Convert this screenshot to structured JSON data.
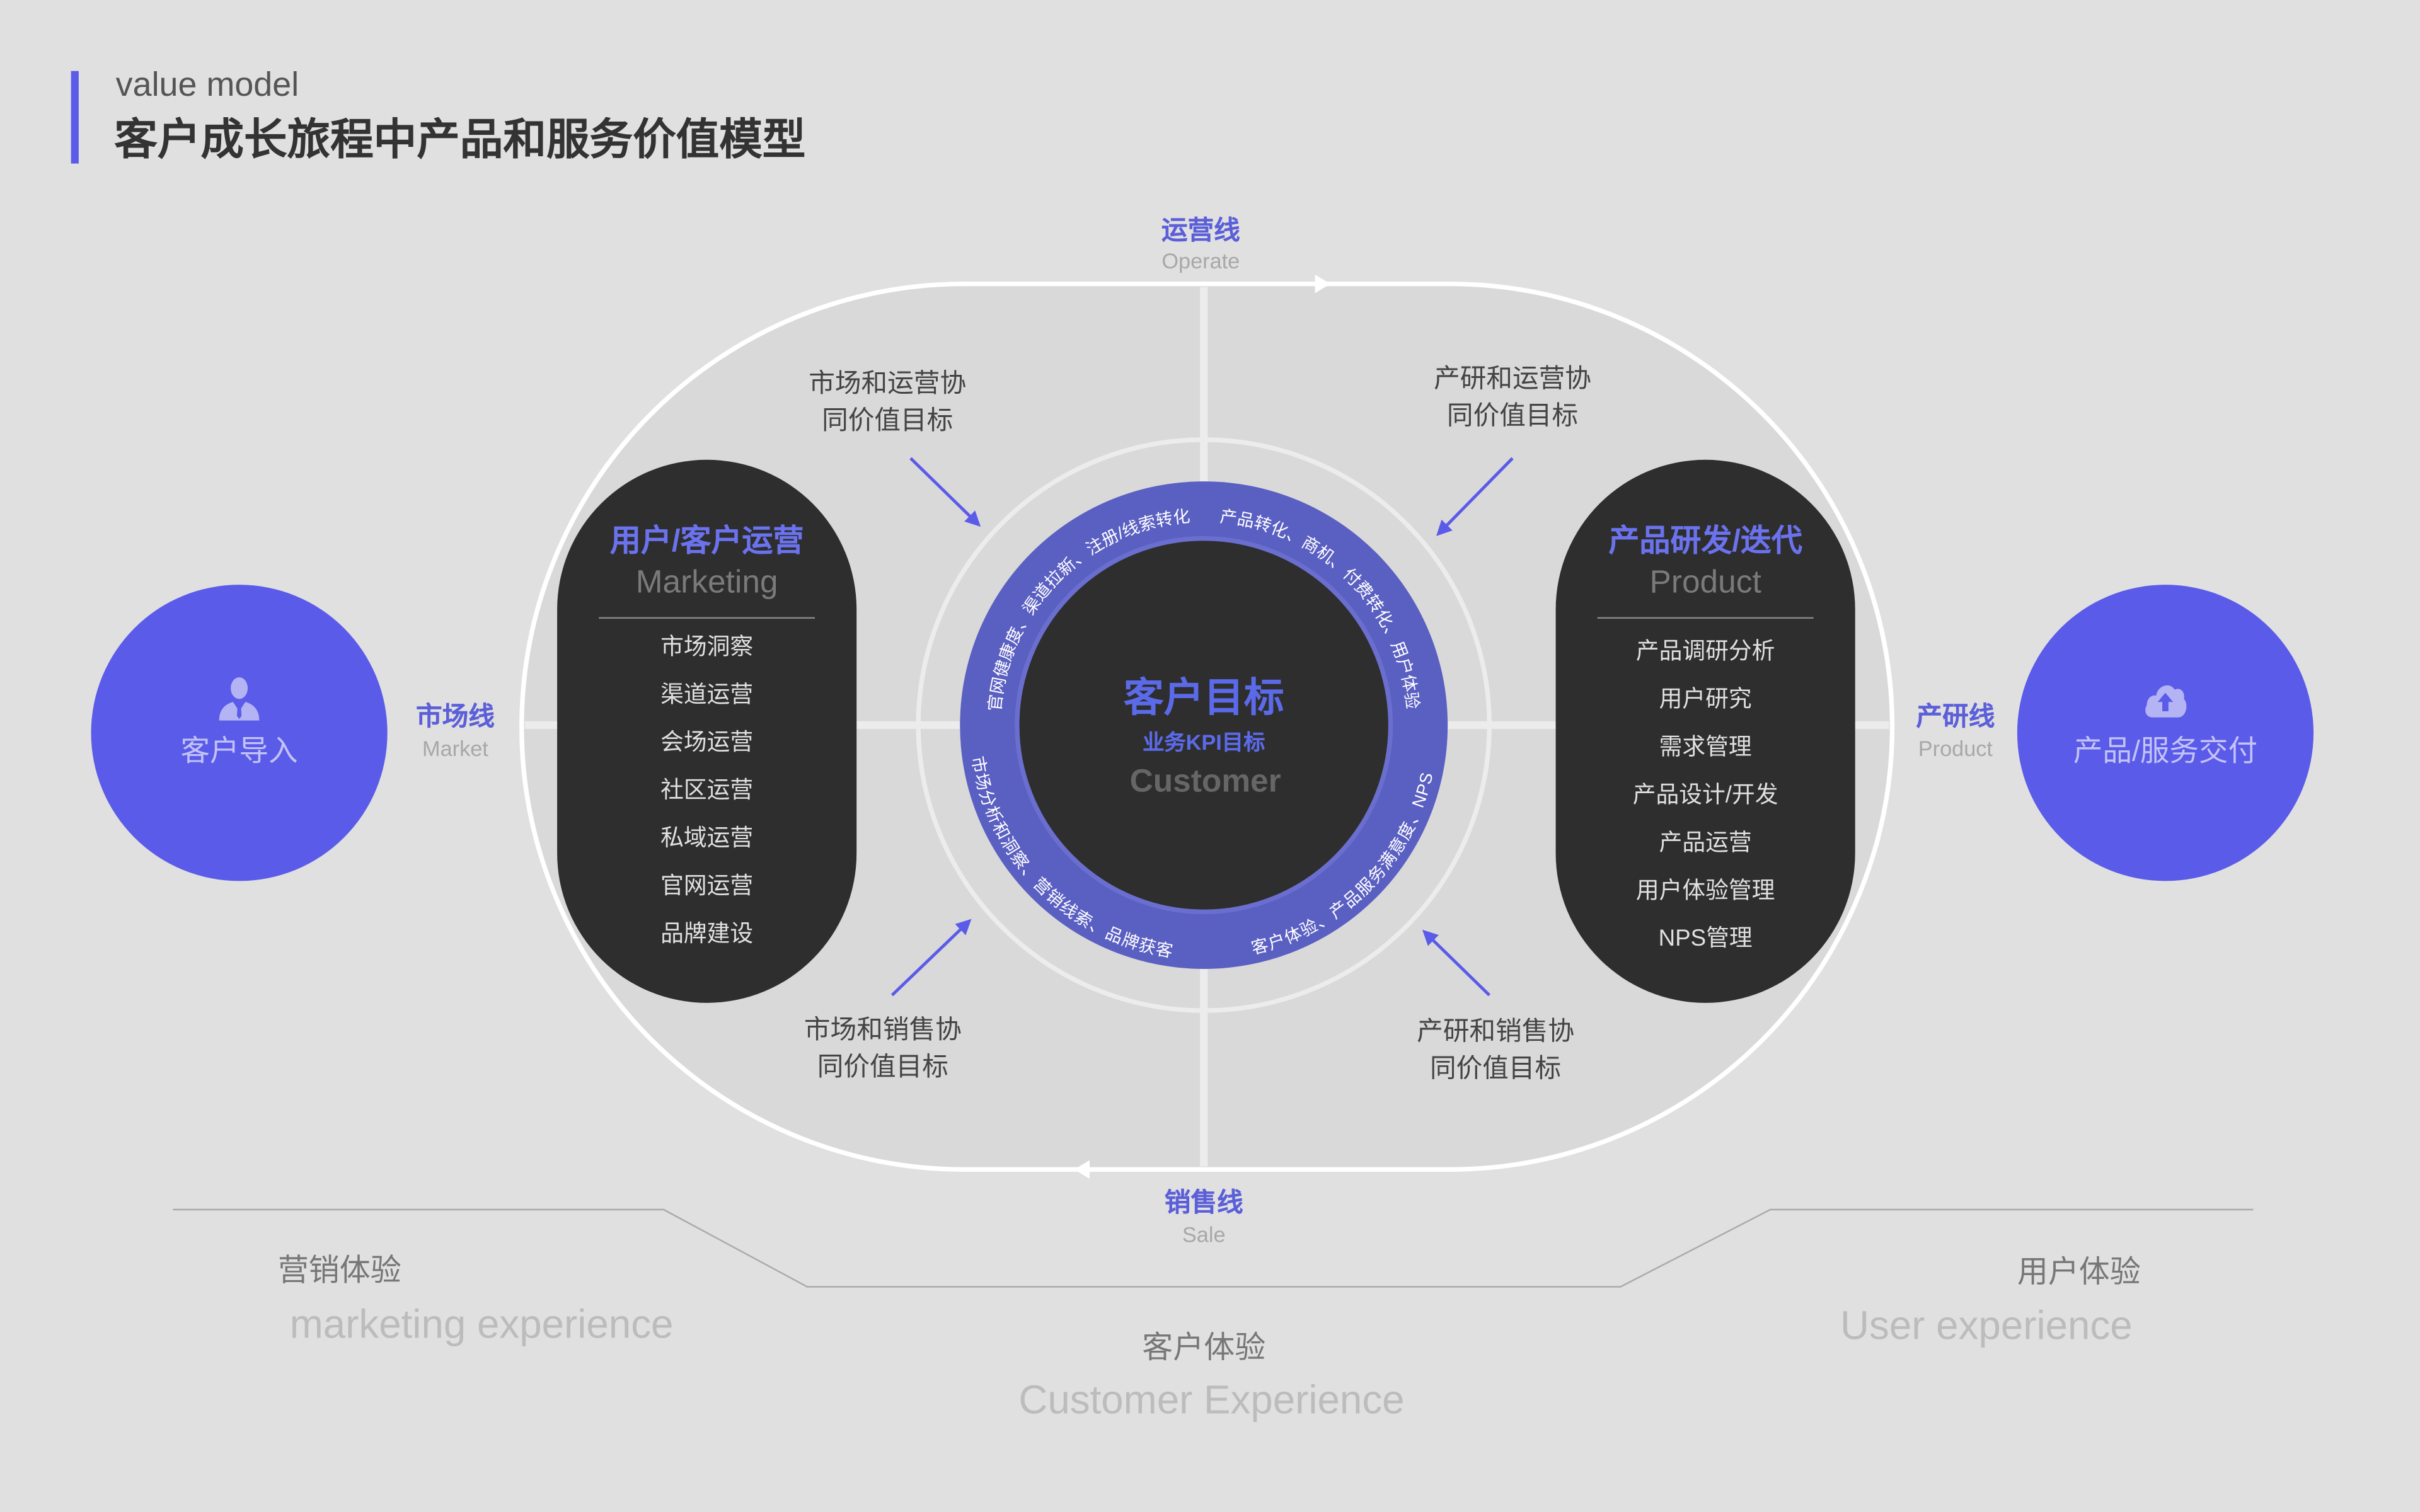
{
  "header": {
    "subtitle": "value model",
    "title": "客户成长旅程中产品和服务价值模型"
  },
  "colors": {
    "accent": "#5b5be9",
    "dark": "#2e2e2e",
    "ring": "#5a5fc2",
    "background": "#e0e0e0"
  },
  "lines": {
    "operate": {
      "cn": "运营线",
      "en": "Operate"
    },
    "sale": {
      "cn": "销售线",
      "en": "Sale"
    },
    "market": {
      "cn": "市场线",
      "en": "Market"
    },
    "product": {
      "cn": "产研线",
      "en": "Product"
    }
  },
  "quadrants": {
    "tl": [
      "市场和运营协",
      "同价值目标"
    ],
    "tr": [
      "产研和运营协",
      "同价值目标"
    ],
    "bl": [
      "市场和销售协",
      "同价值目标"
    ],
    "br": [
      "产研和销售协",
      "同价值目标"
    ]
  },
  "center": {
    "title": "客户目标",
    "subtitle": "业务KPI目标",
    "en": "Customer"
  },
  "ring": {
    "tl": "官网健康度、渠道拉新、注册/线索转化",
    "tr": "产品转化、商机、付费转化、用户体验",
    "br": "客户体验、产品服务满意度、NPS",
    "bl": "市场分析和洞察、营销线索、品牌获客"
  },
  "marketing": {
    "title": "用户/客户运营",
    "en": "Marketing",
    "items": [
      "市场洞察",
      "渠道运营",
      "会场运营",
      "社区运营",
      "私域运营",
      "官网运营",
      "品牌建设"
    ]
  },
  "product": {
    "title": "产品研发/迭代",
    "en": "Product",
    "items": [
      "产品调研分析",
      "用户研究",
      "需求管理",
      "产品设计/开发",
      "产品运营",
      "用户体验管理",
      "NPS管理"
    ]
  },
  "endpoints": {
    "left": {
      "label": "客户导入",
      "icon": "person-icon"
    },
    "right": {
      "label": "产品/服务交付",
      "icon": "cloud-upload-icon"
    }
  },
  "experience": {
    "marketing": {
      "cn": "营销体验",
      "en": "marketing experience"
    },
    "customer": {
      "cn": "客户体验",
      "en": "Customer Experience"
    },
    "user": {
      "cn": "用户体验",
      "en": "User experience"
    }
  }
}
